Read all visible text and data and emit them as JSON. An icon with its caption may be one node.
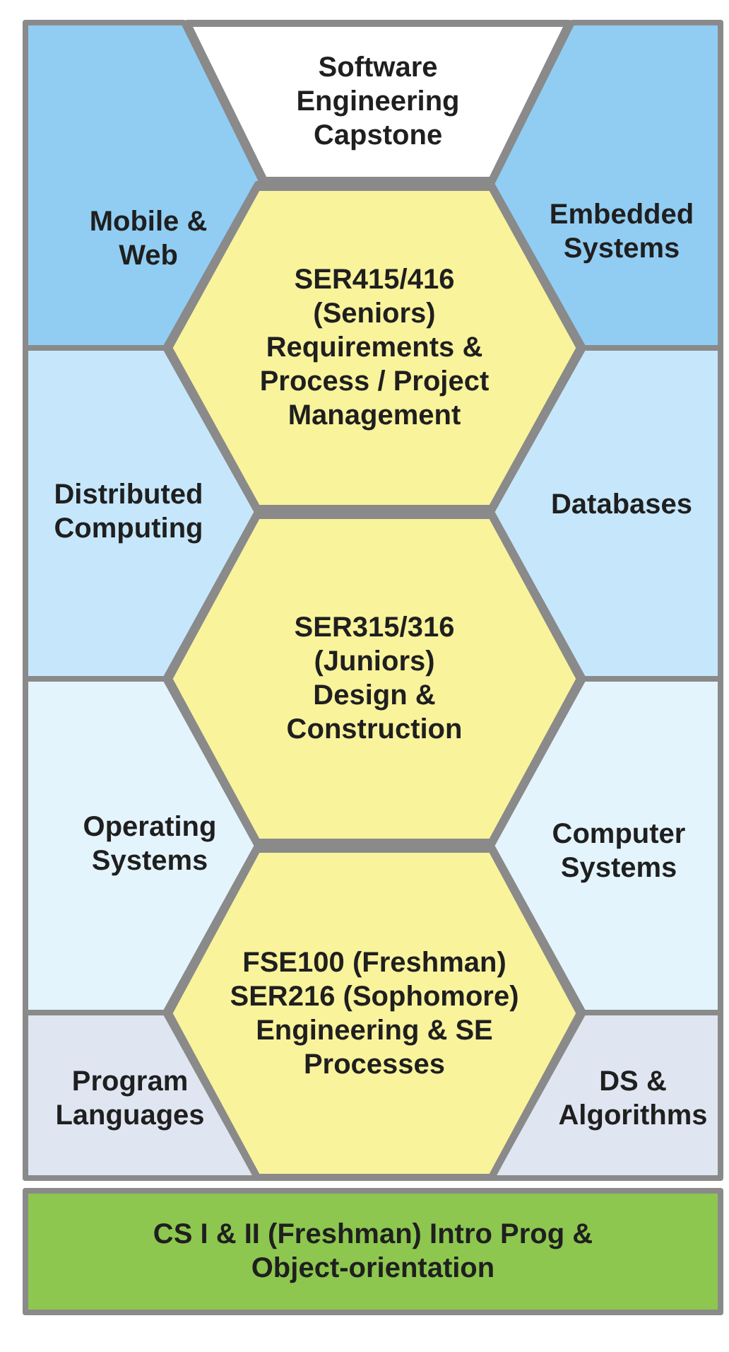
{
  "diagram": {
    "nodes": [
      {
        "text": [
          "Software Engineering Capstone"
        ]
      },
      {
        "text": [
          "Mobile & Web"
        ]
      },
      {
        "text": [
          "Embedded Systems"
        ]
      },
      {
        "text": [
          "SER415/416 (Seniors) Requirements & Process / Project Management"
        ]
      },
      {
        "text": [
          "Distributed Computing"
        ]
      },
      {
        "text": [
          "Databases"
        ]
      },
      {
        "text": [
          "SER315/316 (Juniors) Design & Construction"
        ]
      },
      {
        "text": [
          "Operating Systems"
        ]
      },
      {
        "text": [
          "Computer Systems"
        ]
      },
      {
        "text": [
          "FSE100 (Freshman) SER216 (Sophomore) Engineering & SE Processes"
        ]
      },
      {
        "text": [
          "Program Languages"
        ]
      },
      {
        "text": [
          "DS & Algorithms"
        ]
      },
      {
        "text": [
          "CS I & II (Freshman) Intro Prog & Object-orientation"
        ]
      }
    ]
  }
}
